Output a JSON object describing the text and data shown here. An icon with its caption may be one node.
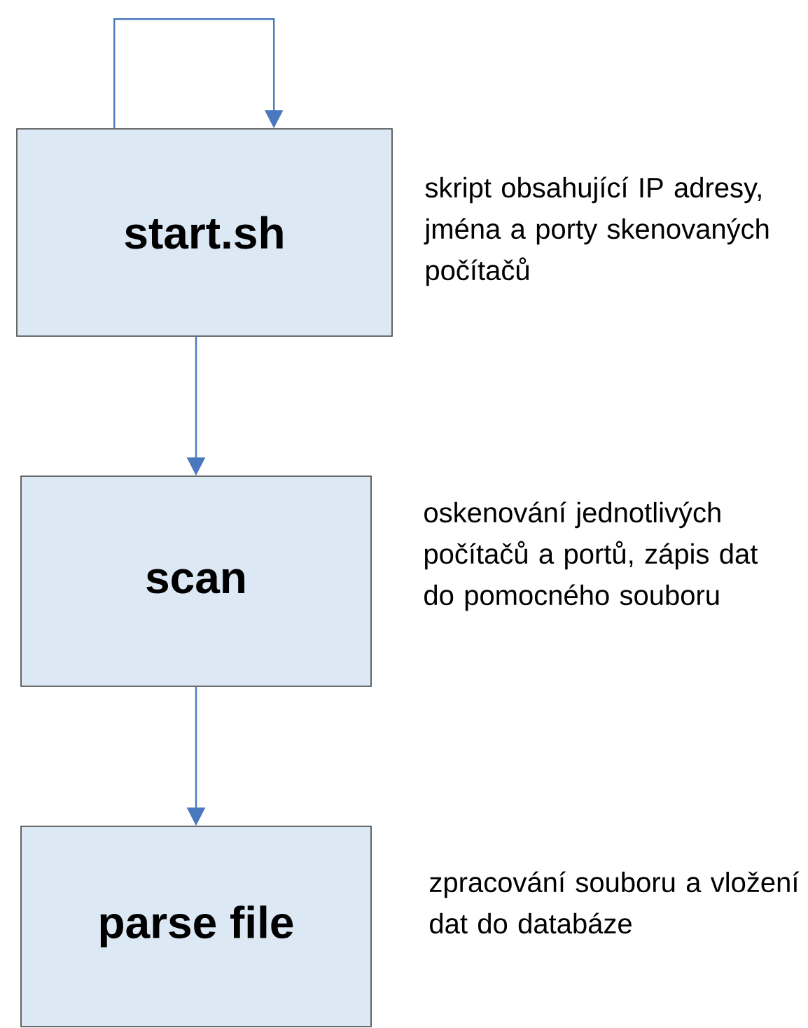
{
  "diagram": {
    "nodes": [
      {
        "text": [
          "start.sh"
        ],
        "beside": [
          "skript obsahující IP adresy, jména a porty skenovaných počítačů"
        ]
      },
      {
        "text": [
          "scan"
        ],
        "beside": [
          "oskenování jednotlivých počítačů a portů, zápis dat do pomocného souboru"
        ]
      },
      {
        "text": [
          "parse file"
        ],
        "beside": [
          "zpracování souboru a vložení dat do databáze"
        ]
      }
    ],
    "edges": [
      {
        "from": 0,
        "to": 0,
        "arrow": "to"
      },
      {
        "from": 0,
        "to": 1,
        "arrow": "to"
      },
      {
        "from": 1,
        "to": 2,
        "arrow": "to"
      }
    ]
  }
}
